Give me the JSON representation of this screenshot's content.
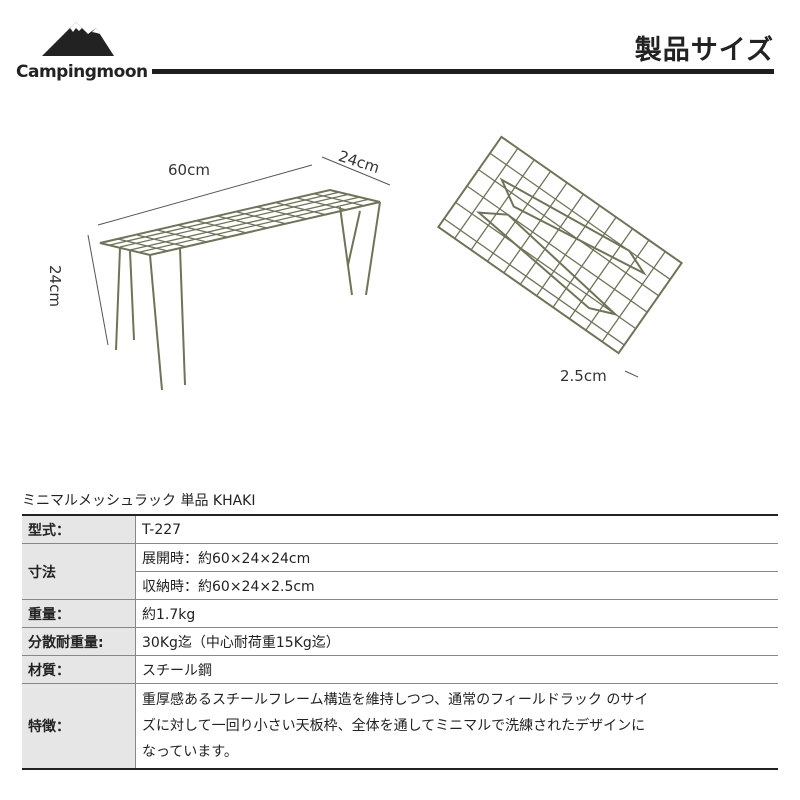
{
  "brand": {
    "name": "Campingmoon",
    "logo_icon": "mountain-logo-icon"
  },
  "page_title": "製品サイズ",
  "dimensions": {
    "length": "60cm",
    "width": "24cm",
    "height": "24cm",
    "folded_thickness": "2.5cm"
  },
  "product_name": "ミニマルメッシュラック 単品 KHAKI",
  "spec": {
    "model_label": "型式：",
    "model_value": "T-227",
    "size_label": "寸法",
    "size_open": "展開時：約60×24×24cm",
    "size_folded": "収納時：約60×24×2.5cm",
    "weight_label": "重量：",
    "weight_value": "約1.7kg",
    "load_label": "分散耐重量:",
    "load_value": "30Kg迄（中心耐荷重15Kg迄）",
    "material_label": "材質：",
    "material_value": "スチール鋼",
    "feature_label": "特徴：",
    "feature_line1": "重厚感あるスチールフレーム構造を維持しつつ、通常のフィールドラック のサイ",
    "feature_line2": "ズに対して一回り小さい天板枠、全体を通してミニマルで洗練されたデザインに",
    "feature_line3": "なっています。"
  },
  "colors": {
    "rack": "#6f7357",
    "header_line": "#1e1e1e",
    "label_bg": "#e6e6e6"
  }
}
